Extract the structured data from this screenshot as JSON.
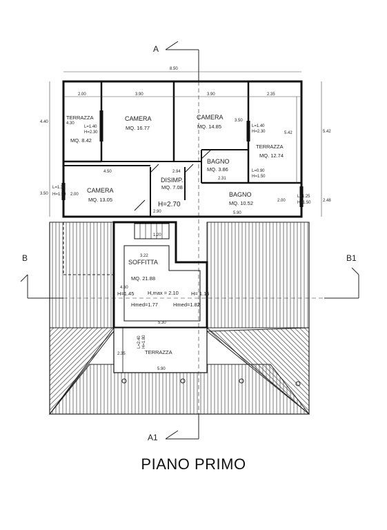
{
  "drawing": {
    "title": "PIANO PRIMO",
    "sections": {
      "a_top": "A",
      "a_bottom": "A1",
      "b_left": "B",
      "b_right": "B1"
    },
    "dimensions": {
      "top_total": "8.50",
      "top_left": "2.00",
      "top_mid1": "3.90",
      "top_mid2": "3.90",
      "top_right": "2.35",
      "left_upper": "4.40",
      "left_lower": "3.50",
      "left_inner": "4.30",
      "right_upper": "5.42",
      "right_inner": "5.42",
      "right_lower": "2.48",
      "camera2_width": "4.50",
      "disimp_width": "2.94",
      "disimp_height": "2.90",
      "bagno1_width": "2.31",
      "bagno2_width": "5.90",
      "bagno2_side": "2.00",
      "terrazza_left_side": "2.00",
      "stair_width": "1.20",
      "soffitta_width_top": "3.22",
      "soffitta_width_bottom": "5.30",
      "soffitta_side": "4.60",
      "terrazza_bottom_width": "5.90",
      "terrazza_bottom_side": "2.35",
      "camera1_side": "3.50"
    },
    "rooms": {
      "terrazza_left": {
        "name": "TERRAZZA",
        "area": "MQ. 8.42"
      },
      "camera1": {
        "name": "CAMERA",
        "area": "MQ. 16.77"
      },
      "camera2": {
        "name": "CAMERA",
        "area": "MQ. 14.85"
      },
      "terrazza_right": {
        "name": "TERRAZZA",
        "area": "MQ. 12.74"
      },
      "bagno1": {
        "name": "BAGNO",
        "area": "MQ. 3.86"
      },
      "camera3": {
        "name": "CAMERA",
        "area": "MQ. 13.05"
      },
      "disimp": {
        "name": "DISIMP.",
        "area": "MQ. 7.08",
        "height": "H=2.70"
      },
      "bagno2": {
        "name": "BAGNO",
        "area": "MQ. 10.52"
      },
      "soffitta": {
        "name": "SOFFITTA",
        "area": "MQ. 21.88",
        "hmax": "H,max = 2.10",
        "h_left": "H=1.45",
        "h_right": "H= 1.15",
        "hmed_left": "Hmed=1.77",
        "hmed_right": "Hmed=1.82"
      },
      "terrazza_bottom": {
        "name": "TERRAZZA"
      }
    },
    "openings": {
      "w1": [
        "L=1.40",
        "H=2.30"
      ],
      "w2": [
        "L=1.40",
        "H=2.30"
      ],
      "w3": [
        "L=0.90",
        "H=1.50"
      ],
      "w4": [
        "L=1.30",
        "H=1.50"
      ],
      "w5": [
        "L=1.25",
        "H=1.50"
      ],
      "w6": [
        "L=2.40",
        "H=1.80"
      ]
    }
  }
}
